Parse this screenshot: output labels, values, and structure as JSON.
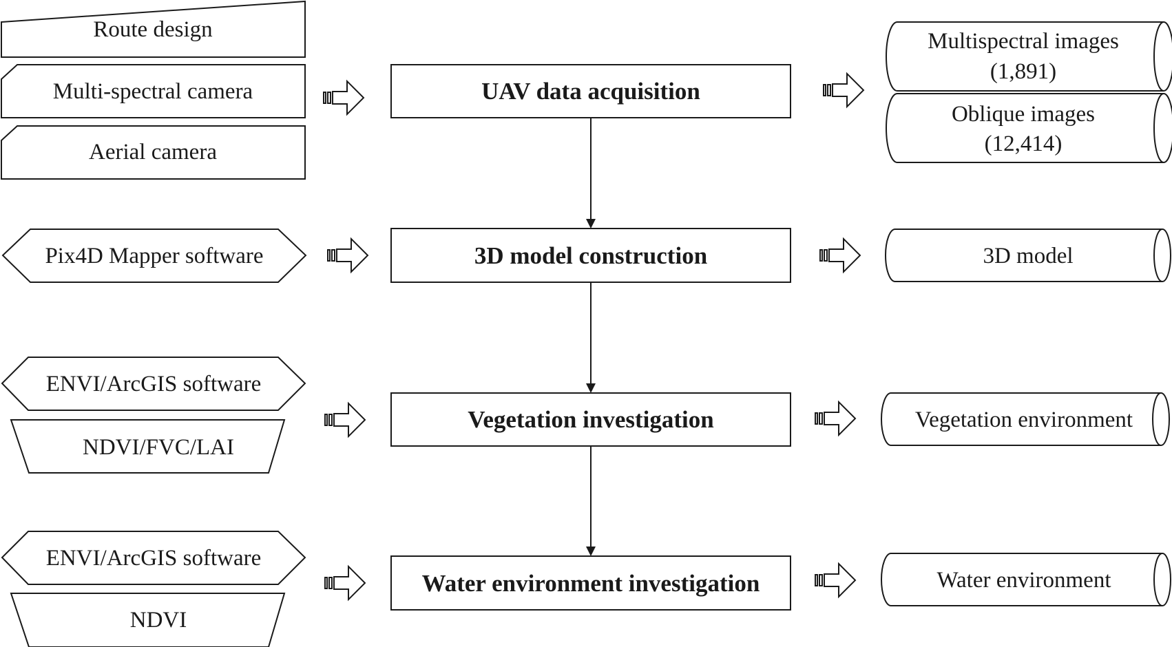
{
  "inputs": {
    "route_design": "Route design",
    "multispectral_camera": "Multi-spectral camera",
    "aerial_camera": "Aerial camera",
    "pix4d_software": "Pix4D Mapper software",
    "envi_arcgis_software_1": "ENVI/ArcGIS software",
    "ndvi_fvc_lai": "NDVI/FVC/LAI",
    "envi_arcgis_software_2": "ENVI/ArcGIS software",
    "ndvi": "NDVI"
  },
  "steps": {
    "uav_data_acquisition": "UAV data acquisition",
    "model_construction_3d": "3D model construction",
    "vegetation_investigation": "Vegetation investigation",
    "water_environment_investigation": "Water environment investigation"
  },
  "outputs": {
    "multispectral_images_line1": "Multispectral images",
    "multispectral_images_line2": "(1,891)",
    "oblique_images_line1": "Oblique images",
    "oblique_images_line2": "(12,414)",
    "model_3d": "3D model",
    "vegetation_environment": "Vegetation environment",
    "water_environment": "Water environment"
  }
}
